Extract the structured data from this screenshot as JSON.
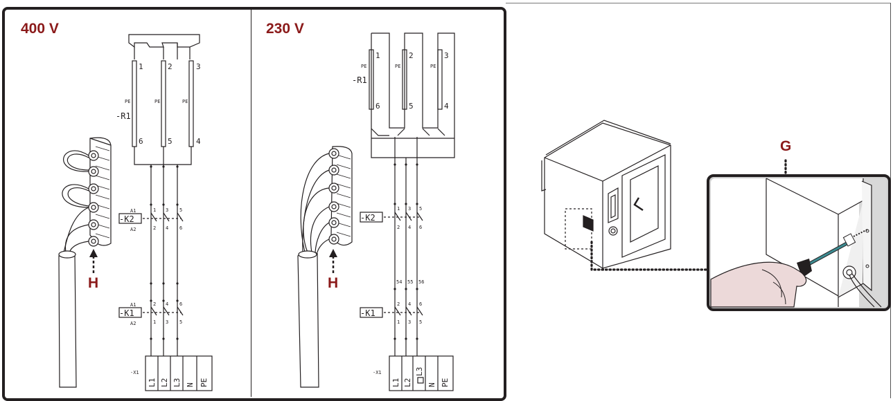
{
  "left_panel": {
    "title": "400 V",
    "cable_label": "H",
    "resistor_label": "-R1",
    "pe_label": "PE",
    "resistor_terminals_top": [
      "1",
      "2",
      "3"
    ],
    "resistor_terminals_bottom": [
      "6",
      "5",
      "4"
    ],
    "contactor_k2": {
      "label": "-K2",
      "coil_a1": "A1",
      "coil_a2": "A2",
      "top_terminals": [
        "1",
        "3",
        "5"
      ],
      "bottom_terminals": [
        "2",
        "4",
        "6"
      ]
    },
    "contactor_k1": {
      "label": "-K1",
      "coil_a1": "A1",
      "coil_a2": "A2",
      "top_terminals": [
        "2",
        "4",
        "6"
      ],
      "bottom_terminals": [
        "1",
        "3",
        "5"
      ]
    },
    "terminal_block": {
      "label": "-X1",
      "terminals": [
        "L1",
        "L2",
        "L3",
        "N",
        "PE"
      ]
    }
  },
  "right_panel": {
    "title": "230 V",
    "cable_label": "H",
    "resistor_label": "-R1",
    "pe_label": "PE",
    "resistor_terminals_top": [
      "1",
      "2",
      "3"
    ],
    "resistor_terminals_bottom": [
      "6",
      "5",
      "4"
    ],
    "contactor_k2": {
      "label": "-K2",
      "top_terminals": [
        "1",
        "3",
        "5"
      ],
      "bottom_terminals": [
        "2",
        "4",
        "6"
      ]
    },
    "intermediate_terminals": [
      "54",
      "55",
      "56"
    ],
    "contactor_k1": {
      "label": "-K1",
      "top_terminals": [
        "2",
        "4",
        "6"
      ],
      "bottom_terminals": [
        "1",
        "3",
        "5"
      ]
    },
    "terminal_block": {
      "label": "-X1",
      "terminals": [
        "L1",
        "L2",
        "L3",
        "N",
        "PE"
      ]
    }
  },
  "illustration": {
    "callout_label": "G"
  },
  "colors": {
    "accent": "#8b1a1a",
    "line": "#231f20",
    "frame_shadow": "#9a9a9a"
  }
}
